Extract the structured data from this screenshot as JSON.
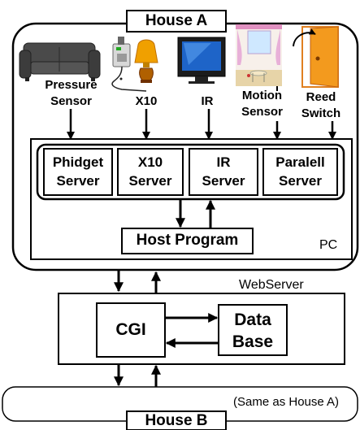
{
  "house_a_title": "House A",
  "house_b_title": "House B",
  "devices": {
    "pressure_sensor": [
      "Pressure",
      "Sensor"
    ],
    "x10": [
      "X10"
    ],
    "ir": [
      "IR"
    ],
    "motion_sensor": [
      "Motion",
      "Sensor"
    ],
    "reed_switch": [
      "Reed",
      "Switch"
    ]
  },
  "servers": {
    "phidget": [
      "Phidget",
      "Server"
    ],
    "x10": [
      "X10",
      "Server"
    ],
    "ir": [
      "IR",
      "Server"
    ],
    "paralell": [
      "Paralell",
      "Server"
    ]
  },
  "host_program": "Host Program",
  "pc_label": "PC",
  "webserver_label": "WebServer",
  "cgi_label": "CGI",
  "database": [
    "Data",
    "Base"
  ],
  "house_b_note": "(Same as House A)"
}
